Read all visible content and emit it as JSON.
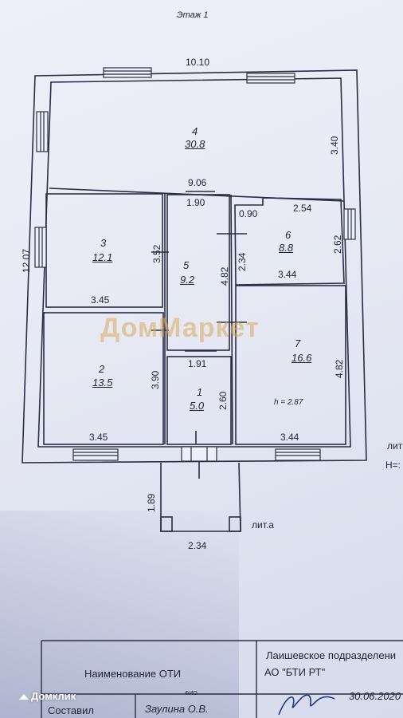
{
  "floor_title": "Этаж 1",
  "dims": {
    "overall_width": "10.10",
    "inner_width": "9.06",
    "overall_depth": "12.07",
    "r4_depth": "3.40",
    "r5_w": "1.90",
    "r6_notch": "0.90",
    "r6_w": "2.54",
    "r3_h": "3.52",
    "r5_h": "4.82",
    "r6_h_left": "2.34",
    "r6_h_right": "2.62",
    "r6_bottom": "3.44",
    "r3_bottom": "3.45",
    "r2_h": "3.90",
    "r1_w": "1.91",
    "r1_h": "2.60",
    "r7_h": "4.82",
    "r2_bottom": "3.45",
    "r7_bottom": "3.44",
    "porch_h": "1.89",
    "porch_w": "2.34"
  },
  "rooms": [
    {
      "num": "4",
      "area": "30.8"
    },
    {
      "num": "3",
      "area": "12.1"
    },
    {
      "num": "5",
      "area": "9.2"
    },
    {
      "num": "6",
      "area": "8.8"
    },
    {
      "num": "7",
      "area": "16.6"
    },
    {
      "num": "2",
      "area": "13.5"
    },
    {
      "num": "1",
      "area": "5.0"
    }
  ],
  "ceiling_height": "h = 2.87",
  "porch_label": "лит.а",
  "edge_text_1": "лит",
  "edge_text_2": "Н=:",
  "watermark": "ДомМаркет",
  "stamp": {
    "org": "Лаишевское подразделени",
    "company": "АО \"БТИ РТ\"",
    "oti_label": "Наименование ОТИ",
    "fio_caption": "ФИО",
    "compiled_label": "Составил",
    "compiled_name": "Заулина О.В.",
    "date": "30.06.2020"
  },
  "corner_logo": "Домклик"
}
